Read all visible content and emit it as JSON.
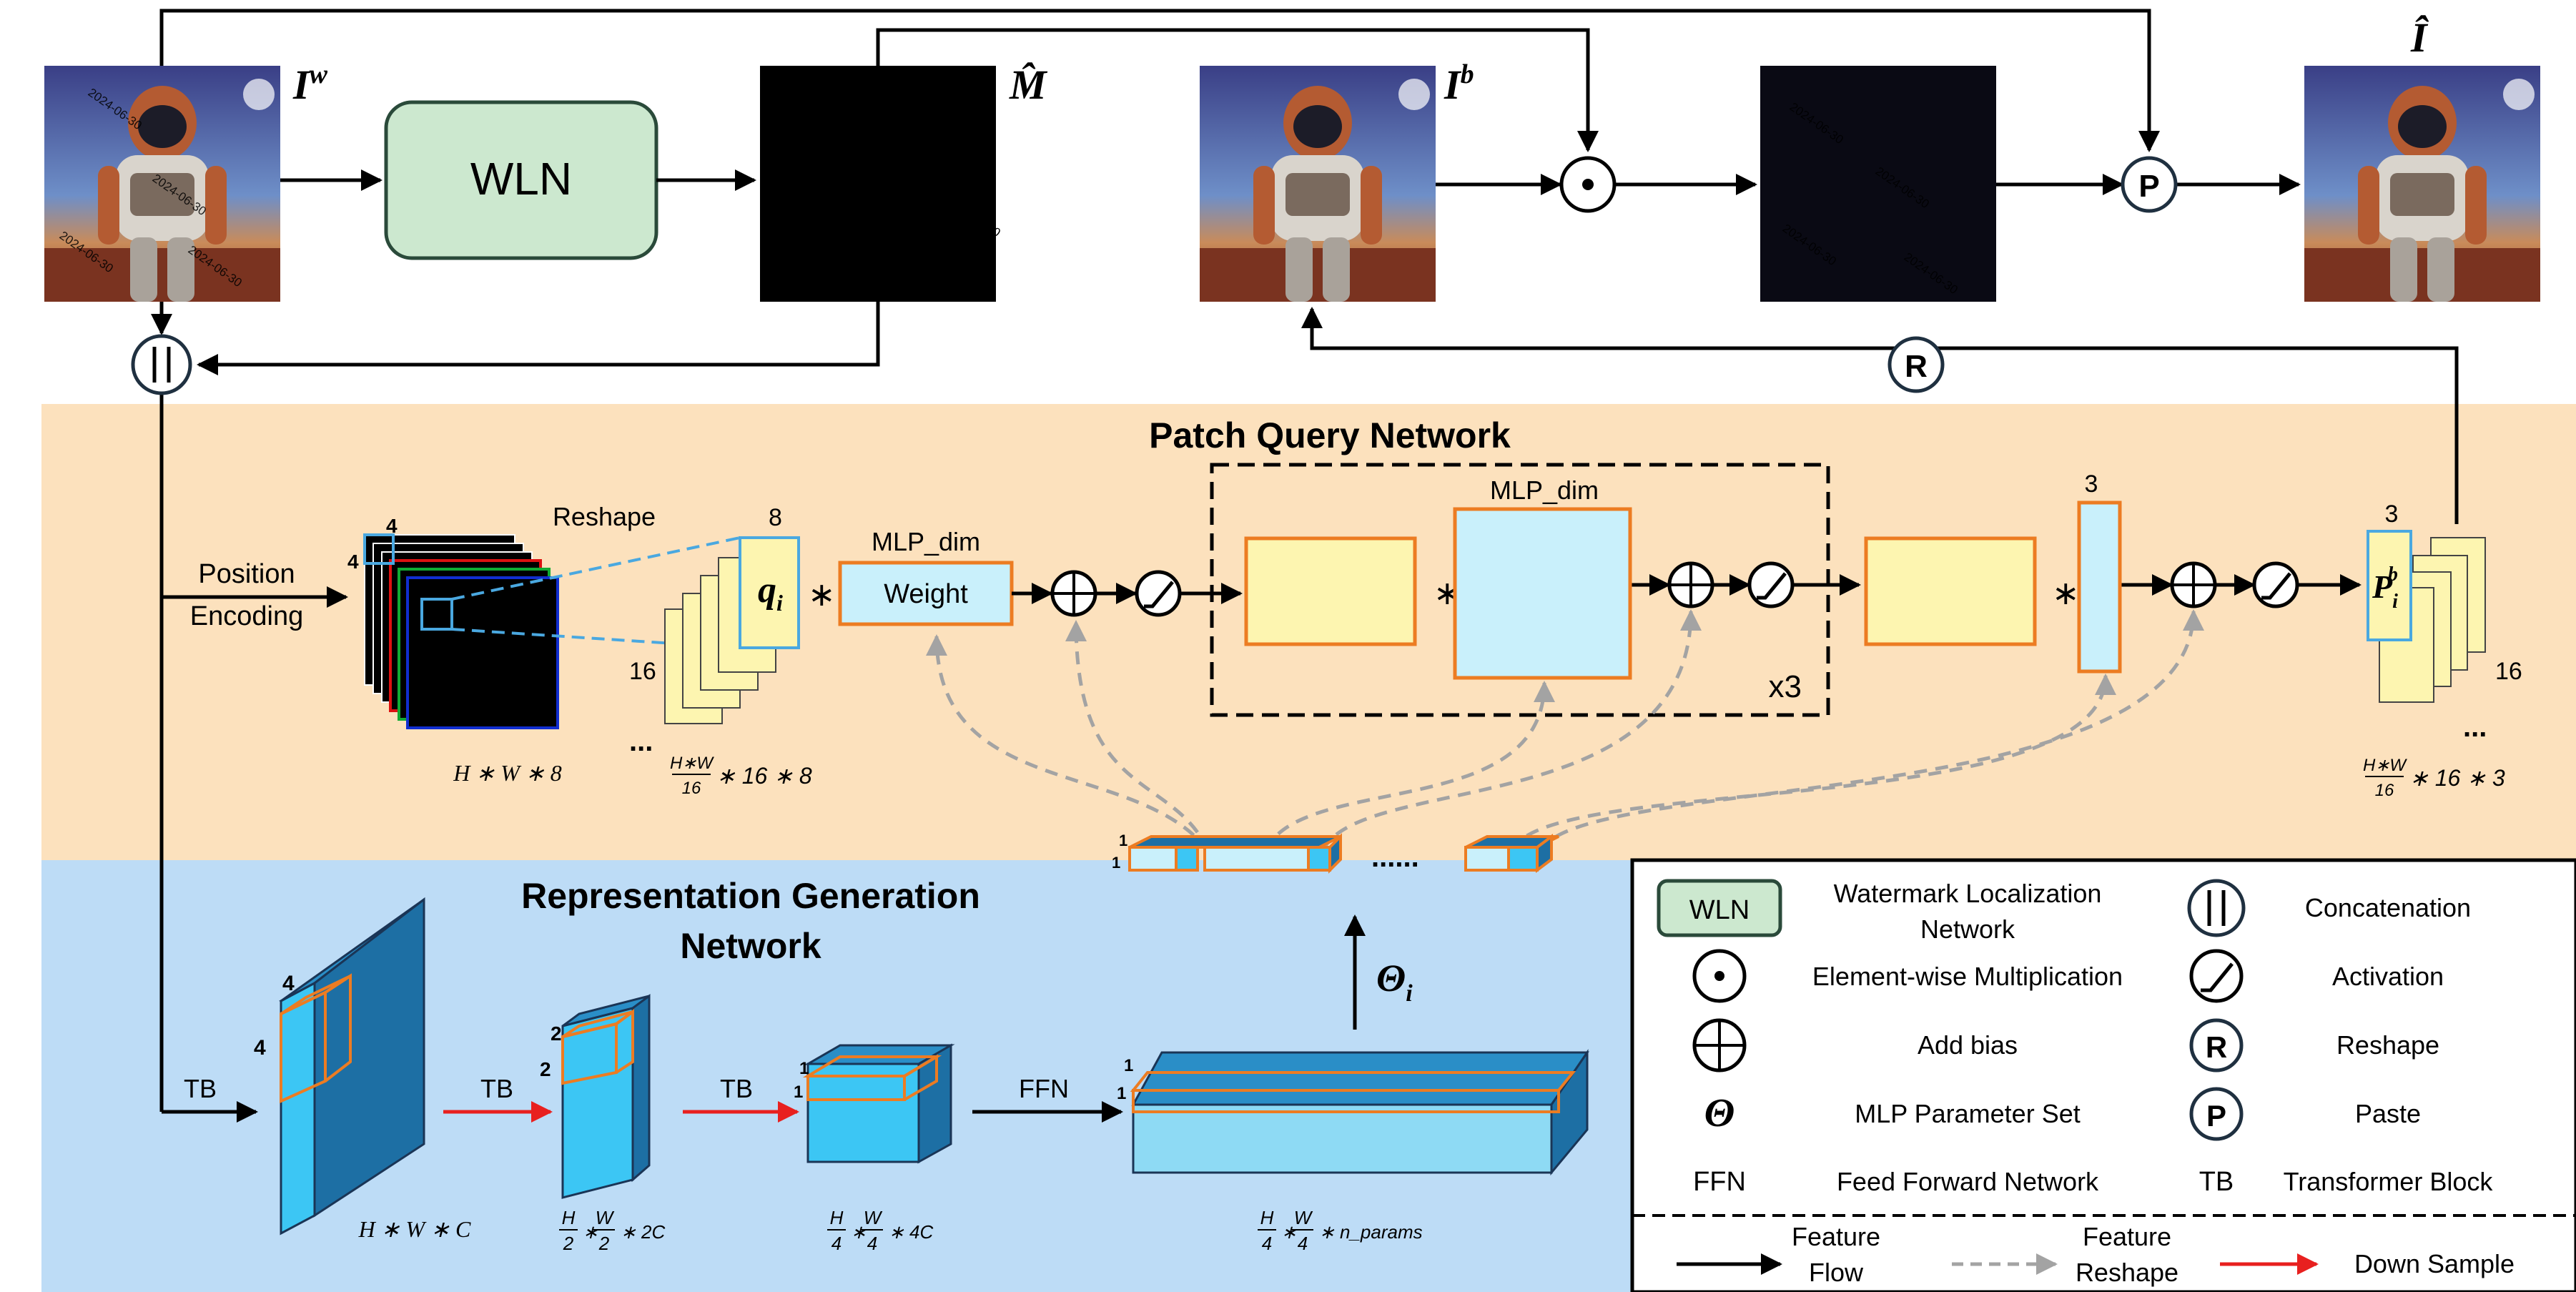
{
  "labels": {
    "iw": "I",
    "iw_sup": "w",
    "mhat": "M̂",
    "ib": "I",
    "ib_sup": "b",
    "ihat": "Î",
    "wln": "WLN",
    "pqn_title": "Patch Query Network",
    "rgn_title_1": "Representation Generation",
    "rgn_title_2": "Network",
    "reshape": "Reshape",
    "position": "Position",
    "encoding": "Encoding",
    "mlp_dim_1": "MLP_dim",
    "weight": "Weight",
    "mlp_dim_2": "MLP_dim",
    "x3": "x3",
    "dim4a": "4",
    "dim4b": "4",
    "dim8": "8",
    "dim16a": "16",
    "dim3a": "3",
    "dim3b": "3",
    "dim16b": "16",
    "dots1": "...",
    "dots2": "...",
    "dots3": "......",
    "hw8": "H ∗ W ∗ 8",
    "hw16_8_num": "H∗W",
    "hw16_8_den": "16",
    "hw16_8_rest": "∗ 16 ∗ 8",
    "hw16_3_num": "H∗W",
    "hw16_3_den": "16",
    "hw16_3_rest": "∗ 16 ∗ 3",
    "qi": "q",
    "qi_sub": "i",
    "pib": "P",
    "pib_sub": "i",
    "pib_sup": "b",
    "theta_i": "Θ",
    "theta_i_sub": "i",
    "tb1": "TB",
    "tb2": "TB",
    "tb3": "TB",
    "ffn": "FFN",
    "c1_4a": "4",
    "c1_4b": "4",
    "c2_2a": "2",
    "c2_2b": "2",
    "c3_1a": "1",
    "c3_1b": "1",
    "c4_1a": "1",
    "c4_1b": "1",
    "vec_1a": "1",
    "vec_1b": "1",
    "hwc": "H ∗ W ∗ C",
    "h2w2_h": "H",
    "h2w2_d1": "2",
    "h2w2_w": "W",
    "h2w2_d2": "2",
    "h2w2_rest": "∗ 2C",
    "h4w4_h": "H",
    "h4w4_d1": "4",
    "h4w4_w": "W",
    "h4w4_d2": "4",
    "h4w4_rest": "∗ 4C",
    "h4w4n_h": "H",
    "h4w4n_d1": "4",
    "h4w4n_w": "W",
    "h4w4n_d2": "4",
    "h4w4n_rest": "∗ n_params",
    "op_dot": "⊙",
    "op_p": "P",
    "op_r": "R",
    "op_concat": "||",
    "op_star": "∗"
  },
  "watermark_text": "2024-06-30",
  "legend": {
    "wln_box": "WLN",
    "wln_desc": [
      "Watermark Localization",
      "Network"
    ],
    "concat": "Concatenation",
    "elementwise": "Element-wise Multiplication",
    "activation": "Activation",
    "add_bias": "Add bias",
    "reshape_sym": "R",
    "reshape": "Reshape",
    "theta_sym": "Θ",
    "mlp_param": "MLP Parameter Set",
    "paste_sym": "P",
    "paste": "Paste",
    "ffn_sym": "FFN",
    "ffn": "Feed Forward Network",
    "tb_sym": "TB",
    "tb": "Transformer Block",
    "feature_flow": [
      "Feature",
      "Flow"
    ],
    "feature_reshape": [
      "Feature",
      "Reshape"
    ],
    "down_sample": "Down Sample"
  },
  "colors": {
    "pqn_bg": "#fce1bd",
    "rgn_bg": "#bddcf6",
    "wln_fill": "#cce8cf",
    "wln_stroke": "#2a4a3a",
    "orange": "#ec7c22",
    "cyan_box": "#c9f0fb",
    "yellow_box": "#fdf5b0",
    "blue_3d_front": "#3cc6f4",
    "blue_3d_top": "#2a8ec7",
    "blue_3d_side": "#1d6fa4",
    "long_bar": "#8edaf4",
    "red": "#e8201f",
    "gray_dash": "#a3a3a3"
  }
}
